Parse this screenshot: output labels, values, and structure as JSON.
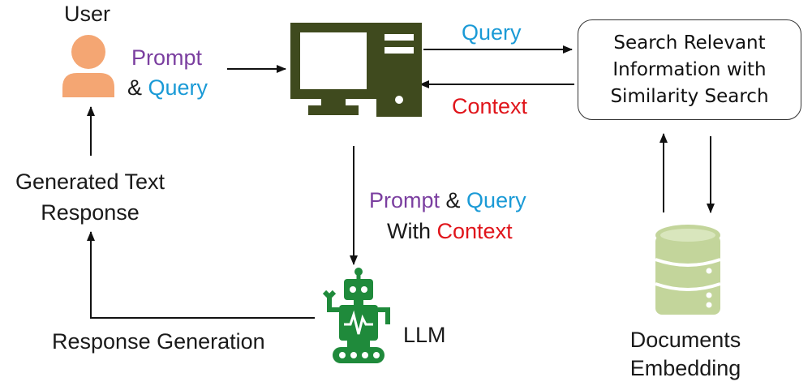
{
  "colors": {
    "prompt": "#7b3fa0",
    "query": "#1a9ad6",
    "context": "#e0151b",
    "user": "#f4a673",
    "computer": "#3f4a1e",
    "robot": "#1f8a3b",
    "database": "#c3d59b",
    "text": "#1a1a1a"
  },
  "icons": {
    "user": "user-icon",
    "computer": "desktop-computer-icon",
    "robot": "robot-icon",
    "database": "database-icon"
  },
  "user": {
    "label": "User"
  },
  "prompt_query": {
    "prompt": "Prompt",
    "amp": "& ",
    "query": "Query"
  },
  "computer_to_search": {
    "query": "Query"
  },
  "search_to_computer": {
    "context": "Context"
  },
  "search_box": {
    "line1": "Search Relevant",
    "line2": "Information with",
    "line3": "Similarity Search"
  },
  "generated": {
    "line1": "Generated Text",
    "line2": "Response"
  },
  "llm_input": {
    "prompt": "Prompt",
    "amp": " & ",
    "query": "Query",
    "with": "With ",
    "context": "Context"
  },
  "llm": {
    "label": "LLM"
  },
  "response_generation": {
    "label": "Response Generation"
  },
  "documents": {
    "line1": "Documents",
    "line2": "Embedding"
  }
}
